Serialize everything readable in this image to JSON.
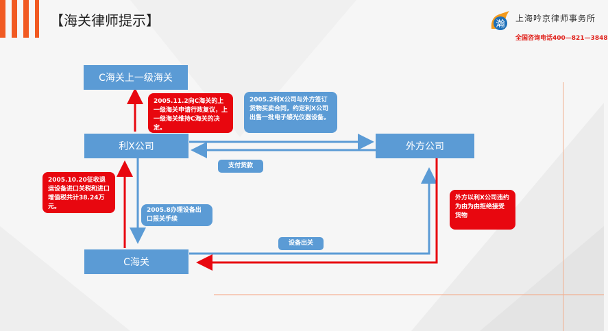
{
  "header": {
    "title": "【海关律师提示】",
    "firm_name": "上海吟京律师事务所",
    "logo_char": "瀚",
    "hotline": "全国咨询电话400—821—3848"
  },
  "nodes": {
    "upper_customs": "C海关上一级海关",
    "company": "利X公司",
    "foreign": "外方公司",
    "customs": "C海关"
  },
  "notes": {
    "review": "2005.11.2向C海关的上一级海关申请行政复议，上一级海关维持C海关的决定。",
    "contract": "2005.2利X公司与外方签订货物买卖合同，约定利X公司出售一批电子感光仪器设备。",
    "tax": "2005.10.20征收退运设备进口关税和进口增值税共计38.24万元。",
    "export": "2005.8办理设备出口报关手续",
    "refuse": "外方以利X公司违约为由为由拒绝接受货物"
  },
  "labels": {
    "payment": "支付货款",
    "shipment": "设备出关"
  },
  "colors": {
    "box": "#5b9bd5",
    "red": "#e8070f",
    "accent_orange": "#f15a22"
  }
}
